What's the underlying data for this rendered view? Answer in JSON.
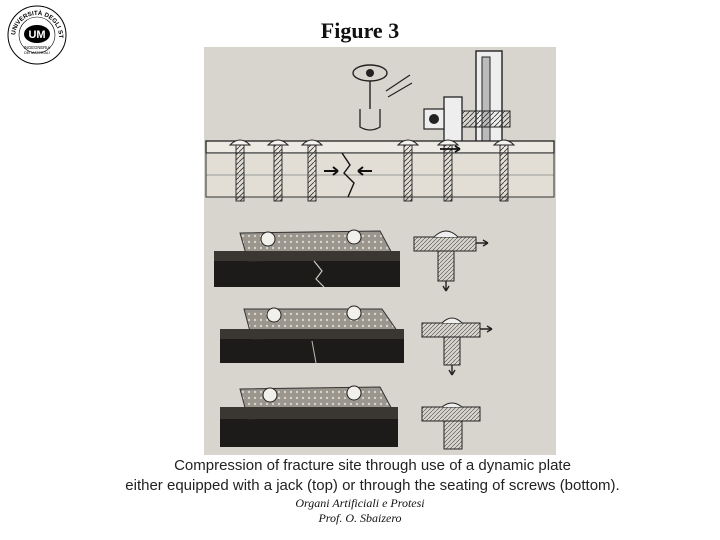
{
  "header": {
    "title": "Figure 3",
    "logo": {
      "icon": "university-seal-icon",
      "ring_text": "UNIVERSITÀ DEGLI STUDI DI TRIESTE",
      "inner_text": "INGEGNERIA",
      "inner_text_2": "DEI MATERIALI",
      "monogram": "UM"
    }
  },
  "figure": {
    "icon": "dynamic-compression-plate-illustration"
  },
  "caption": {
    "line1": "Compression of fracture site through use of a dynamic plate",
    "line2": "either equipped with a jack (top) or through the seating of screws (bottom)."
  },
  "footer": {
    "course": "Organi Artificiali e Protesi",
    "professor": "Prof. O. Sbaizero"
  }
}
